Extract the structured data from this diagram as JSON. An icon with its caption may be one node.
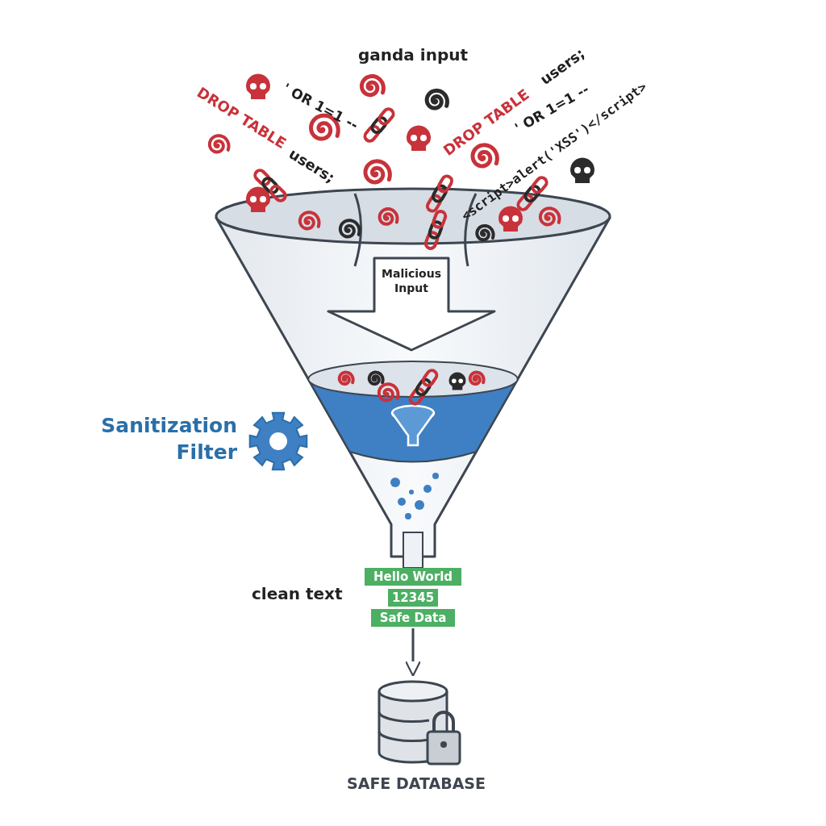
{
  "diagram": {
    "title": "ganda input",
    "nodes": [
      {
        "text": [
          "Malicious Input"
        ]
      },
      {
        "text": [
          "Hello World"
        ]
      },
      {
        "text": [
          "12345"
        ]
      },
      {
        "text": [
          "Safe Data"
        ]
      },
      {
        "text": [
          "SAFE DATABASE"
        ]
      }
    ],
    "edges": [
      {
        "from": 3,
        "to": 4,
        "arrow": "to"
      }
    ],
    "labels": [
      "' OR 1=1 --",
      "DROP TABLE",
      "users;",
      "DROP TABLE",
      "users;",
      "' OR 1=1 --",
      "<script>alert('XSS')</script>",
      "Sanitization Filter",
      "clean text"
    ]
  }
}
